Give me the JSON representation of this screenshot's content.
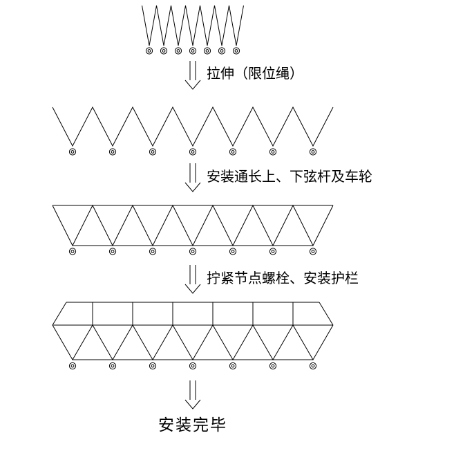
{
  "background": "#ffffff",
  "line_color": "#000000",
  "steps": [
    {
      "id": 1,
      "label": "拉伸（限位绳）"
    },
    {
      "id": 2,
      "label": "安装通长上、下弦杆及车轮"
    },
    {
      "id": 3,
      "label": "拧紧节点螺栓、安装护栏"
    }
  ],
  "final_label": "安装完毕",
  "figures": [
    {
      "name": "folded-truss-with-wheels",
      "wheel_count": 7
    },
    {
      "name": "expanded-v-frames-with-wheels",
      "wheel_count": 7
    },
    {
      "name": "truss-with-top-and-bottom-chords",
      "wheel_count": 7
    },
    {
      "name": "truss-with-guardrail",
      "wheel_count": 7
    }
  ],
  "icons": {
    "down_arrow": "double-line-down-arrow",
    "wheel": "double-circle"
  }
}
